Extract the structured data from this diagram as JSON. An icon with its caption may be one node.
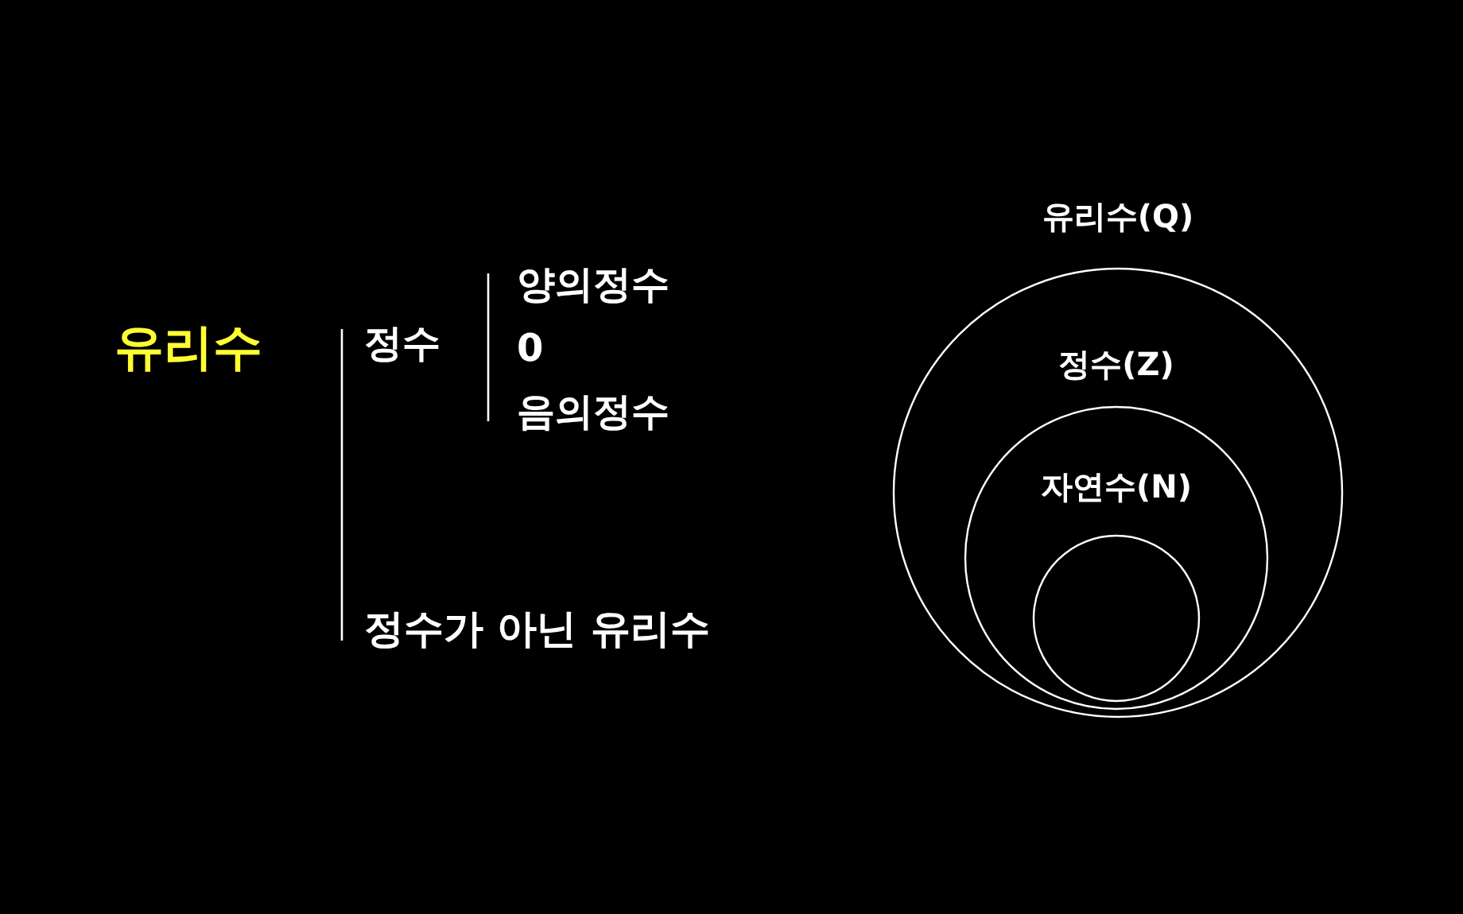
{
  "diagram": {
    "nodes": [
      {
        "text": [
          "유리수(Q)"
        ]
      },
      {
        "text": [
          "정수(Z)"
        ],
        "in": 0
      },
      {
        "text": [
          "자연수(N)"
        ],
        "in": 1
      }
    ],
    "labels": [
      "유리수",
      "정수",
      "양의정수",
      "0",
      "음의정수",
      "정수가 아닌 유리수"
    ]
  }
}
